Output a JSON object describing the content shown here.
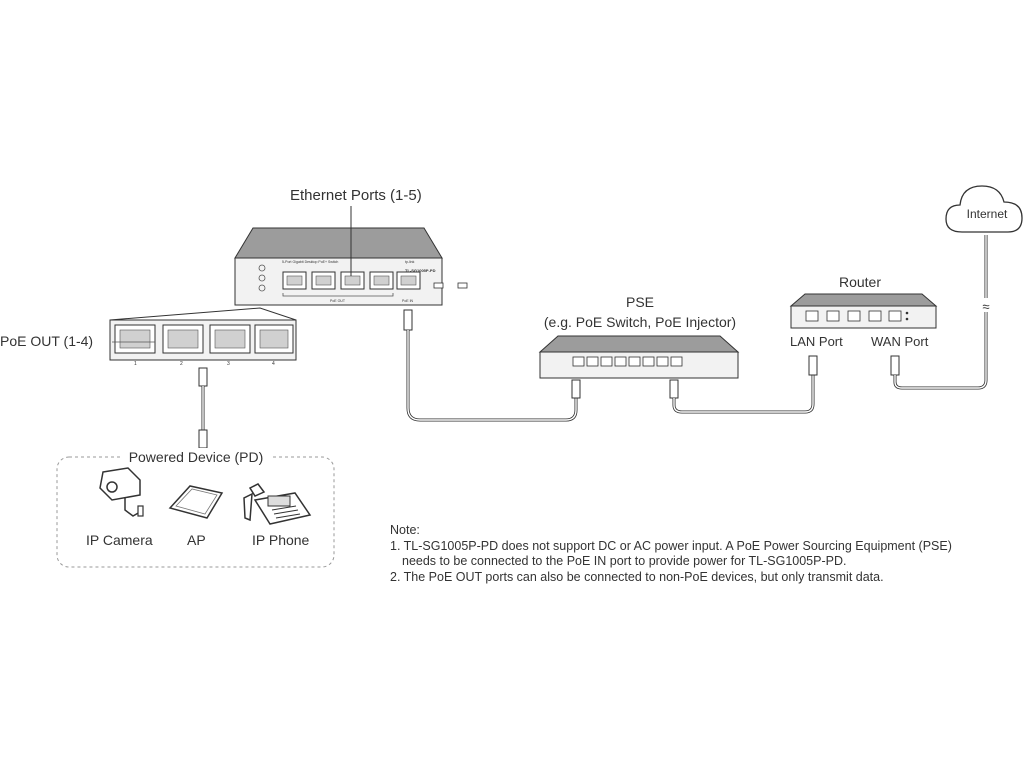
{
  "labels": {
    "ethernet_ports": "Ethernet Ports (1-5)",
    "poe_out": "PoE OUT (1-4)",
    "powered_device": "Powered Device (PD)",
    "ip_camera": "IP Camera",
    "ap": "AP",
    "ip_phone": "IP Phone",
    "pse_title": "PSE",
    "pse_subtitle": "(e.g. PoE Switch, PoE Injector)",
    "router": "Router",
    "lan_port": "LAN Port",
    "wan_port": "WAN Port",
    "internet": "Internet",
    "break_mark": "≈"
  },
  "device": {
    "brand": "tp-link",
    "model": "TL-SG1005P-PD",
    "panel_text": "5-Port Gigabit Desktop PoE+ Switch",
    "group_label": "PoE OUT",
    "poe_in_label": "PoE IN",
    "port_numbers": [
      "1",
      "2",
      "3",
      "4"
    ]
  },
  "note": {
    "heading": "Note:",
    "line1a": "1. TL-SG1005P-PD does not support DC or AC power input. A PoE Power Sourcing Equipment (PSE)",
    "line1b": "needs to be connected to the PoE IN port to provide power for TL-SG1005P-PD.",
    "line2": "2. The PoE OUT ports can also be connected to non-PoE devices, but only transmit data."
  },
  "colors": {
    "line": "#333333",
    "device_fill": "#f2f2f2",
    "device_top": "#9a9a9a",
    "port": "#d0d0d0",
    "port_highlight": "#bcd6a8",
    "dash": "#999999"
  }
}
